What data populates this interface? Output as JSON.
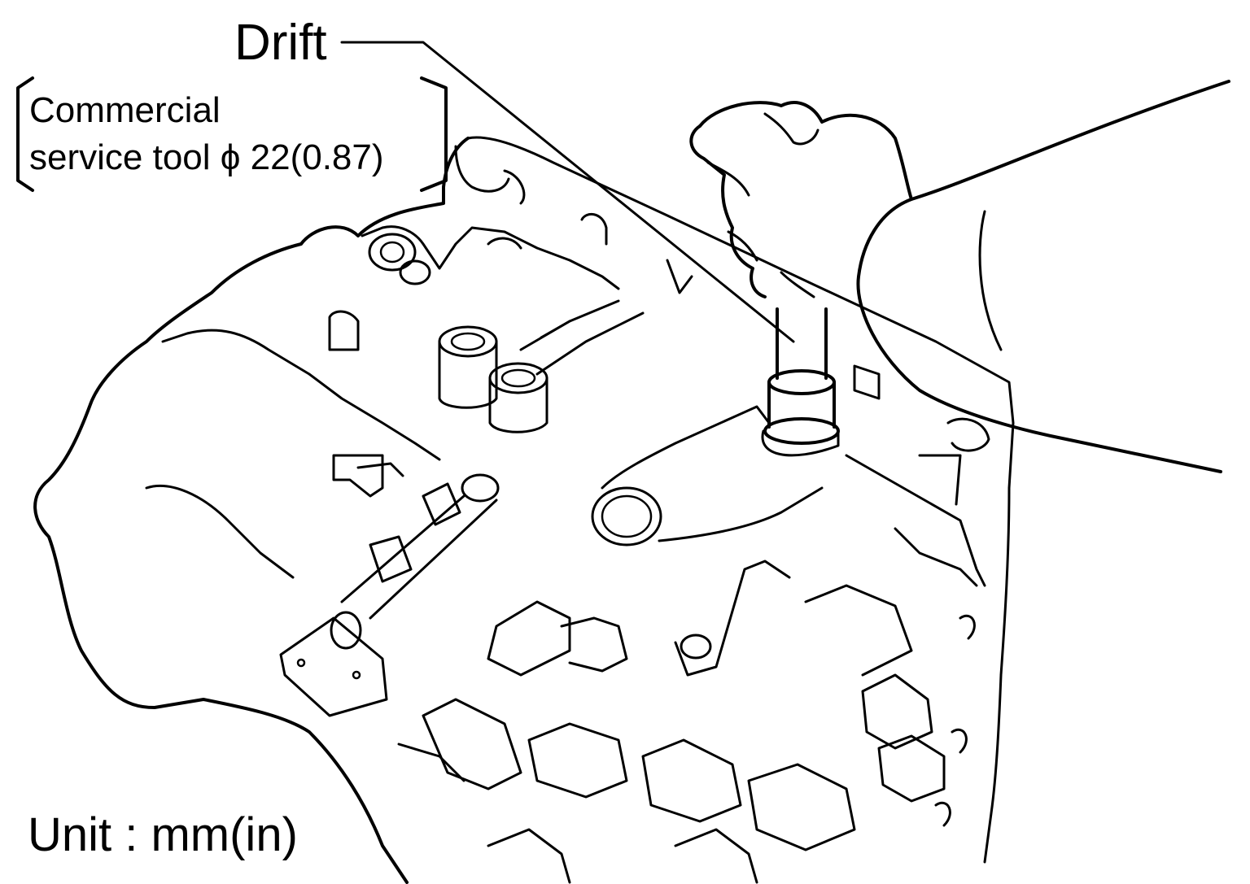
{
  "labels": {
    "drift": "Drift",
    "tool_line1": "Commercial",
    "tool_line2": "service tool  ϕ 22(0.87)",
    "unit": "Unit : mm(in)"
  },
  "colors": {
    "line": "#000000",
    "background": "#ffffff"
  }
}
